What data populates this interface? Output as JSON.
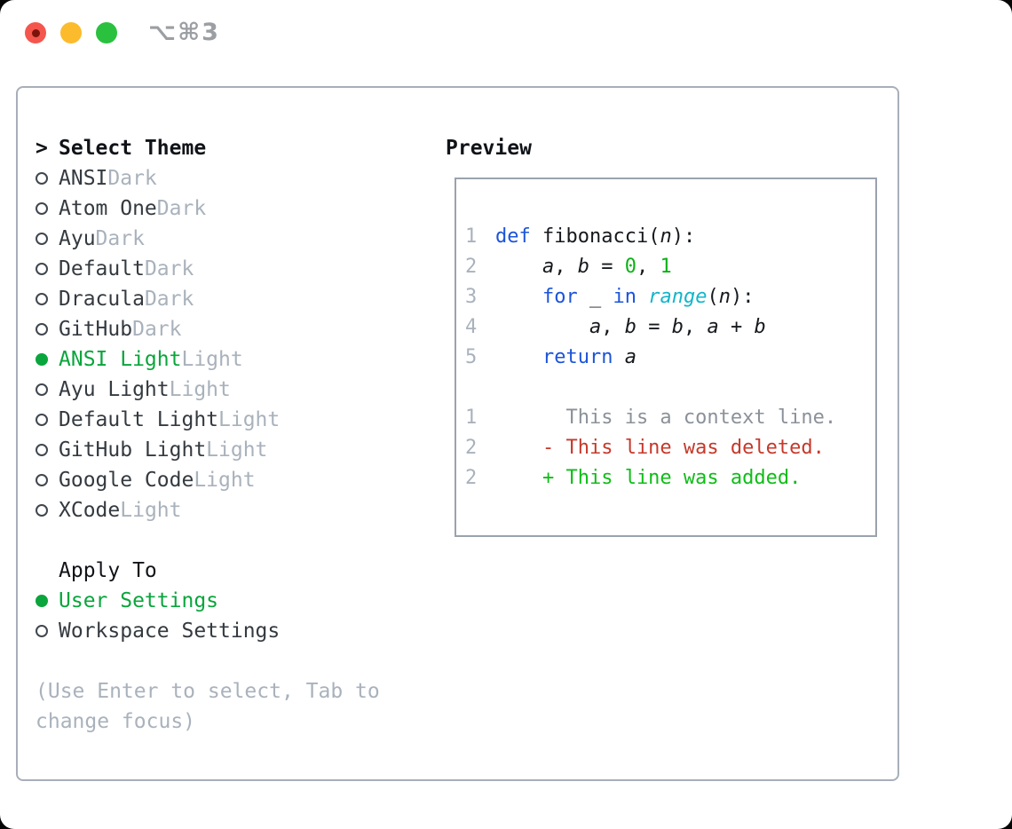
{
  "titlebar": {
    "shortcut": "⌥⌘3"
  },
  "theme_panel": {
    "title_prefix": ">",
    "title": "Select Theme",
    "themes": [
      {
        "name": "ANSI",
        "tag": "Dark",
        "selected": false
      },
      {
        "name": "Atom One",
        "tag": "Dark",
        "selected": false
      },
      {
        "name": "Ayu",
        "tag": "Dark",
        "selected": false
      },
      {
        "name": "Default",
        "tag": "Dark",
        "selected": false
      },
      {
        "name": "Dracula",
        "tag": "Dark",
        "selected": false
      },
      {
        "name": "GitHub",
        "tag": "Dark",
        "selected": false
      },
      {
        "name": "ANSI Light",
        "tag": "Light",
        "selected": true
      },
      {
        "name": "Ayu Light",
        "tag": "Light",
        "selected": false
      },
      {
        "name": "Default Light",
        "tag": "Light",
        "selected": false
      },
      {
        "name": "GitHub Light",
        "tag": "Light",
        "selected": false
      },
      {
        "name": "Google Code",
        "tag": "Light",
        "selected": false
      },
      {
        "name": "XCode",
        "tag": "Light",
        "selected": false
      }
    ],
    "apply_to": {
      "title": "Apply To",
      "options": [
        {
          "label": "User Settings",
          "selected": true
        },
        {
          "label": "Workspace Settings",
          "selected": false
        }
      ]
    },
    "help_lines": [
      "(Use Enter to select, Tab to",
      "change focus)"
    ]
  },
  "preview": {
    "title": "Preview",
    "code_lines": [
      {
        "num": "1",
        "tokens": [
          [
            "kw",
            "def"
          ],
          [
            "pl",
            " fibonacci("
          ],
          [
            "var",
            "n"
          ],
          [
            "pl",
            "):"
          ]
        ]
      },
      {
        "num": "2",
        "tokens": [
          [
            "pl",
            "    "
          ],
          [
            "var",
            "a"
          ],
          [
            "pl",
            ", "
          ],
          [
            "var",
            "b"
          ],
          [
            "pl",
            " = "
          ],
          [
            "num",
            "0"
          ],
          [
            "pl",
            ", "
          ],
          [
            "num",
            "1"
          ]
        ]
      },
      {
        "num": "3",
        "tokens": [
          [
            "pl",
            "    "
          ],
          [
            "kw",
            "for"
          ],
          [
            "pl",
            " _ "
          ],
          [
            "kw",
            "in"
          ],
          [
            "pl",
            " "
          ],
          [
            "fn",
            "range"
          ],
          [
            "pl",
            "("
          ],
          [
            "var",
            "n"
          ],
          [
            "pl",
            "):"
          ]
        ]
      },
      {
        "num": "4",
        "tokens": [
          [
            "pl",
            "        "
          ],
          [
            "var",
            "a"
          ],
          [
            "pl",
            ", "
          ],
          [
            "var",
            "b"
          ],
          [
            "pl",
            " = "
          ],
          [
            "var",
            "b"
          ],
          [
            "pl",
            ", "
          ],
          [
            "var",
            "a"
          ],
          [
            "pl",
            " + "
          ],
          [
            "var",
            "b"
          ]
        ]
      },
      {
        "num": "5",
        "tokens": [
          [
            "pl",
            "    "
          ],
          [
            "kw",
            "return"
          ],
          [
            "pl",
            " "
          ],
          [
            "var",
            "a"
          ]
        ]
      },
      {
        "num": "",
        "tokens": []
      },
      {
        "num": "1",
        "tokens": [
          [
            "ctx",
            "      This is a context line."
          ]
        ]
      },
      {
        "num": "2",
        "tokens": [
          [
            "del",
            "    - This line was deleted."
          ]
        ]
      },
      {
        "num": "2",
        "tokens": [
          [
            "add",
            "    + This line was added."
          ]
        ]
      }
    ]
  },
  "colors": {
    "accent_green": "#0aa53c",
    "keyword_blue": "#1c54d9",
    "number_green": "#0db117",
    "builtin_cyan": "#12b5c9",
    "deleted_red": "#c5392b",
    "added_green": "#0fbd17",
    "muted_gray": "#a9b2bc"
  }
}
